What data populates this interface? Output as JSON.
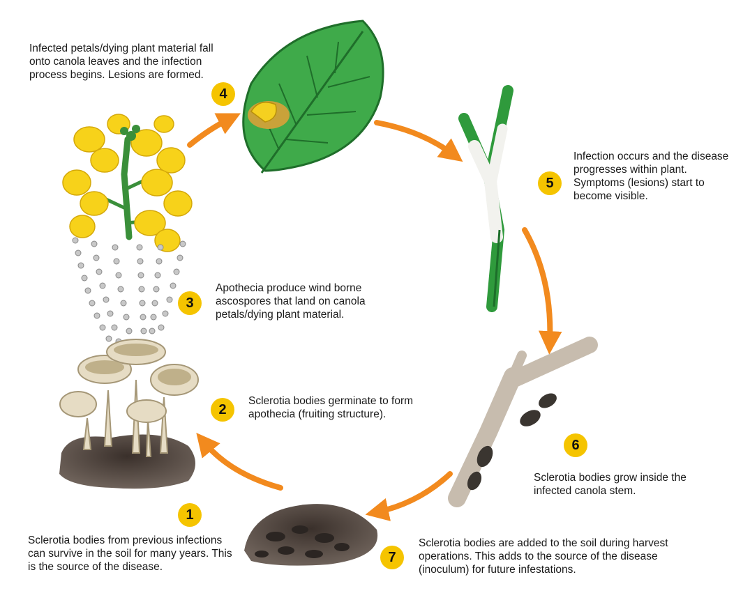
{
  "steps": [
    {
      "number": "1",
      "text": "Sclerotia bodies from previous infections can survive in the soil for many years. This is the source of the disease."
    },
    {
      "number": "2",
      "text": "Sclerotia bodies germinate to form apothecia (fruiting structure)."
    },
    {
      "number": "3",
      "text": "Apothecia produce wind borne ascospores that land on canola petals/dying plant material."
    },
    {
      "number": "4",
      "text": "Infected petals/dying plant material fall onto canola leaves and the infection process begins. Lesions are formed."
    },
    {
      "number": "5",
      "text": "Infection occurs and the disease progresses within plant. Symptoms (lesions) start to become visible."
    },
    {
      "number": "6",
      "text": "Sclerotia bodies grow inside the infected canola stem."
    },
    {
      "number": "7",
      "text": "Sclerotia bodies are added to the soil during harvest operations. This adds to the source of the disease (inoculum) for future infestations."
    }
  ],
  "colors": {
    "arrow": "#f28a1e",
    "badge": "#f5c400",
    "leaf": "#3faa4a",
    "flower": "#f7d21a",
    "soil": "#4a3f38",
    "apothecia": "#e6dcc4"
  },
  "icons": [
    "canola-flower-icon",
    "infected-leaf-icon",
    "infected-stem-icon",
    "sclerotia-stem-icon",
    "soil-sclerotia-icon",
    "apothecia-icon",
    "ascospores-icon"
  ]
}
